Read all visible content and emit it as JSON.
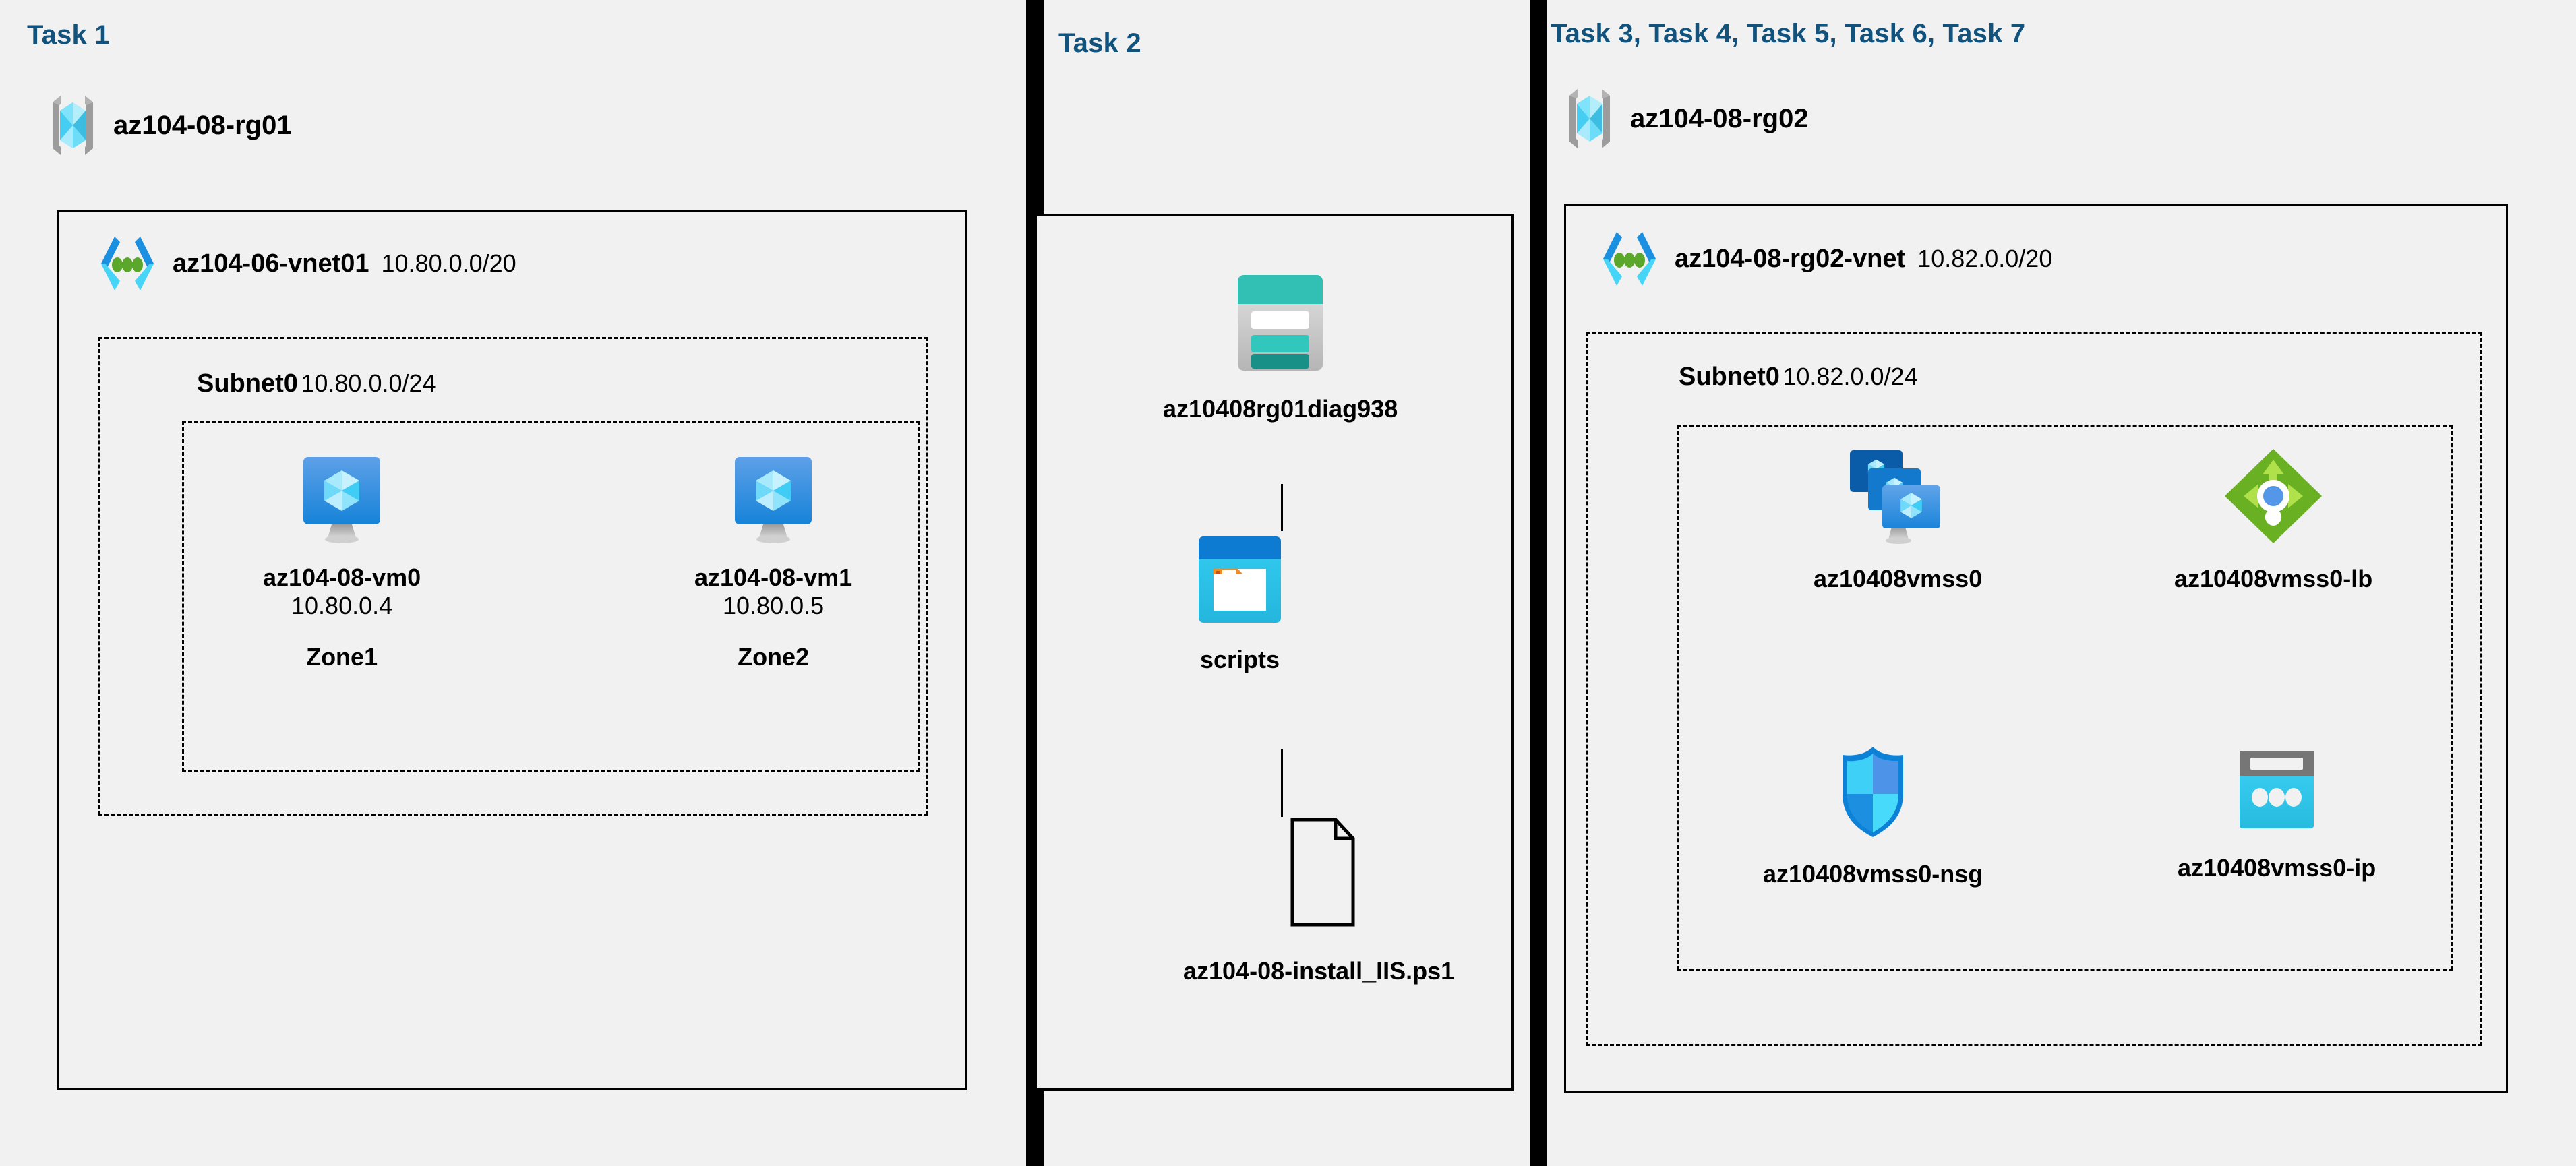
{
  "panels": [
    {
      "heading": "Task 1",
      "resource_group": {
        "name": "az104-08-rg01",
        "icon": "resource-group-icon"
      },
      "vnet": {
        "name": "az104-06-vnet01",
        "cidr": "10.80.0.0/20",
        "icon": "virtual-network-icon"
      },
      "subnet": {
        "name": "Subnet0",
        "cidr": "10.80.0.0/24"
      },
      "vms": [
        {
          "name": "az104-08-vm0",
          "ip": "10.80.0.4",
          "zone": "Zone1",
          "icon": "virtual-machine-icon"
        },
        {
          "name": "az104-08-vm1",
          "ip": "10.80.0.5",
          "zone": "Zone2",
          "icon": "virtual-machine-icon"
        }
      ]
    },
    {
      "heading": "Task 2",
      "chain": [
        {
          "name": "az10408rg01diag938",
          "icon": "storage-account-icon"
        },
        {
          "name": "scripts",
          "icon": "blob-container-icon"
        },
        {
          "name": "az104-08-install_IIS.ps1",
          "icon": "script-file-icon"
        }
      ]
    },
    {
      "heading": "Task 3, Task 4, Task 5, Task 6, Task 7",
      "resource_group": {
        "name": "az104-08-rg02",
        "icon": "resource-group-icon"
      },
      "vnet": {
        "name": "az104-08-rg02-vnet",
        "cidr": "10.82.0.0/20",
        "icon": "virtual-network-icon"
      },
      "subnet": {
        "name": "Subnet0",
        "cidr": "10.82.0.0/24"
      },
      "resources": [
        {
          "name": "az10408vmss0",
          "icon": "vm-scale-set-icon"
        },
        {
          "name": "az10408vmss0-lb",
          "icon": "load-balancer-icon"
        },
        {
          "name": "az10408vmss0-nsg",
          "icon": "network-security-group-icon"
        },
        {
          "name": "az10408vmss0-ip",
          "icon": "public-ip-address-icon"
        }
      ]
    }
  ],
  "colors": {
    "heading_blue": "#12537e",
    "background": "#f1f1f1",
    "border_black": "#000000",
    "azure_blue": "#0078d4",
    "cyan": "#32c8f0",
    "teal": "#32bfb4",
    "green": "#76bc2d",
    "orange": "#f28b25",
    "gray": "#767676"
  }
}
